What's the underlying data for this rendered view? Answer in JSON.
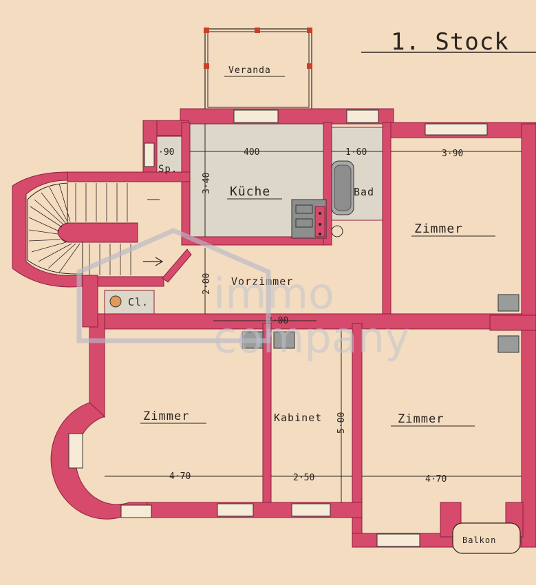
{
  "title": "1. Stock",
  "rooms": {
    "veranda": "Veranda",
    "sp": "Sp.",
    "kueche": "Küche",
    "bad": "Bad",
    "zimmer_ne": "Zimmer",
    "vorzimmer": "Vorzimmer",
    "cl": "Cl.",
    "zimmer_sw": "Zimmer",
    "kabinet": "Kabinet",
    "zimmer_se": "Zimmer",
    "balkon": "Balkon"
  },
  "dimensions": {
    "sp_width": "·90",
    "kueche_width": "400",
    "bad_width": "1·60",
    "zimmer_ne_width": "3·90",
    "kueche_depth": "3·40",
    "vorzimmer_depth": "2·00",
    "corridor_width": "2·00",
    "kabinet_depth": "5·00",
    "zimmer_sw_width": "4·70",
    "kabinet_width": "2·50",
    "zimmer_se_width": "4·70"
  },
  "watermark": {
    "line1": "immo",
    "line2": "company"
  },
  "colors": {
    "paper": "#f3dcc0",
    "walls": "#d64a6b",
    "floor_wet_rooms": "#ddd7c9",
    "ink": "#2a2420"
  }
}
